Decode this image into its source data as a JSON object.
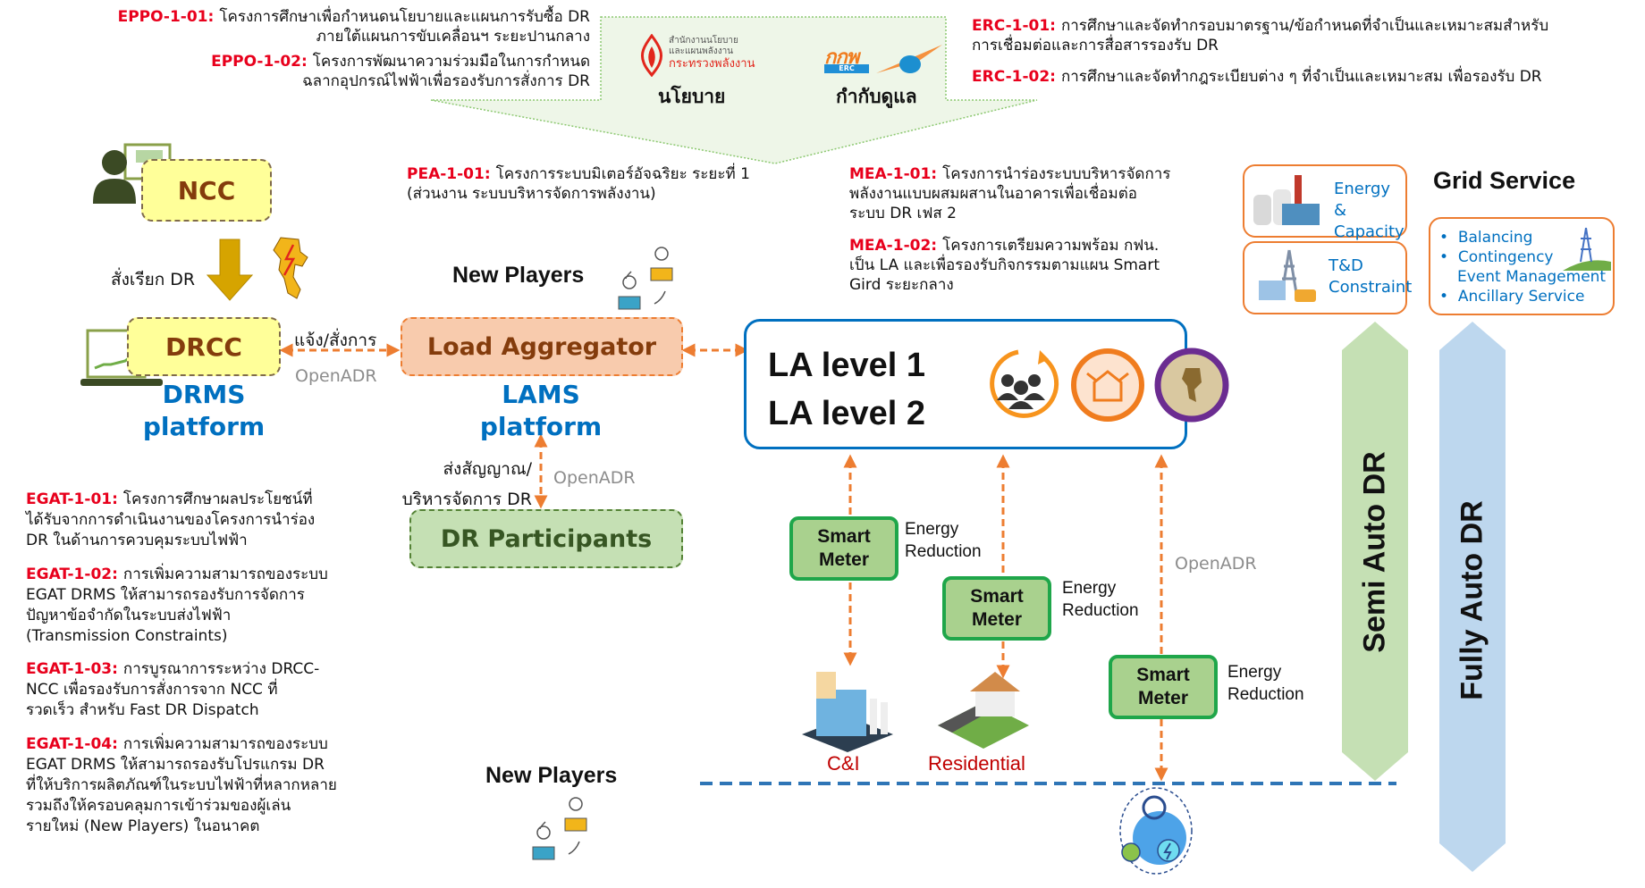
{
  "policy_banner": {
    "policy_org_lines": [
      "สำนักงานนโยบาย",
      "และแผนพลังงาน",
      "กระทรวงพลังงาน"
    ],
    "policy_label": "นโยบาย",
    "regulator_logo_text": "กกพ",
    "regulator_logo_sub": "ERC",
    "regulator_label": "กำกับดูแล"
  },
  "eppo": [
    {
      "code": "EPPO-1-01:",
      "lines": [
        "โครงการศึกษาเพื่อกำหนดนโยบายและแผนการรับซื้อ DR",
        "ภายใต้แผนการขับเคลื่อนฯ ระยะปานกลาง"
      ]
    },
    {
      "code": "EPPO-1-02:",
      "lines": [
        "โครงการพัฒนาความร่วมมือในการกำหนด",
        "ฉลากอุปกรณ์ไฟฟ้าเพื่อรองรับการสั่งการ DR"
      ]
    }
  ],
  "erc": [
    {
      "code": "ERC-1-01:",
      "lines": [
        "การศึกษาและจัดทำกรอบมาตรฐาน/ข้อกำหนดที่จำเป็นและเหมาะสมสำหรับ",
        "การเชื่อมต่อและการสื่อสารรองรับ DR"
      ]
    },
    {
      "code": "ERC-1-02:",
      "lines": [
        "การศึกษาและจัดทำกฎระเบียบต่าง ๆ ที่จำเป็นและเหมาะสม เพื่อรองรับ DR"
      ]
    }
  ],
  "pea": {
    "code": "PEA-1-01:",
    "lines": [
      "โครงการระบบมิเตอร์อัจฉริยะ ระยะที่ 1",
      "(ส่วนงาน ระบบบริหารจัดการพลังงาน)"
    ]
  },
  "mea": [
    {
      "code": "MEA-1-01:",
      "lines": [
        "โครงการนำร่องระบบบริหารจัดการ",
        "พลังงานแบบผสมผสานในอาคารเพื่อเชื่อมต่อ",
        "ระบบ DR เฟส 2"
      ]
    },
    {
      "code": "MEA-1-02:",
      "lines": [
        "โครงการเตรียมความพร้อม กฟน.",
        "เป็น LA และเพื่อรองรับกิจกรรมตามแผน Smart",
        "Gird ระยะกลาง"
      ]
    }
  ],
  "egat": [
    {
      "code": "EGAT-1-01:",
      "lines": [
        "โครงการศึกษาผลประโยชน์ที่",
        "ได้รับจากการดำเนินงานของโครงการนำร่อง",
        "DR ในด้านการควบคุมระบบไฟฟ้า"
      ]
    },
    {
      "code": "EGAT-1-02:",
      "lines": [
        "การเพิ่มความสามารถของระบบ",
        "EGAT DRMS ให้สามารถรองรับการจัดการ",
        "ปัญหาข้อจำกัดในระบบส่งไฟฟ้า",
        "(Transmission Constraints)"
      ]
    },
    {
      "code": "EGAT-1-03:",
      "lines": [
        "การบูรณาการระหว่าง DRCC-",
        "NCC เพื่อรองรับการสั่งการจาก NCC ที่",
        "รวดเร็ว สำหรับ Fast DR Dispatch"
      ]
    },
    {
      "code": "EGAT-1-04:",
      "lines": [
        "การเพิ่มความสามารถของระบบ",
        "EGAT DRMS ให้สามารถรองรับโปรแกรม DR",
        "ที่ให้บริการผลิตภัณฑ์ในระบบไฟฟ้าที่หลากหลาย",
        "รวมถึงให้ครอบคลุมการเข้าร่วมของผู้เล่น",
        "รายใหม่ (New Players) ในอนาคต"
      ]
    }
  ],
  "nodes": {
    "ncc": "NCC",
    "dispatch_label": "สั่งเรียก DR",
    "drcc": "DRCC",
    "drms_platform": [
      "DRMS",
      "platform"
    ],
    "notify_label": "แจ้ง/สั่งการ",
    "openadr": "OpenADR",
    "load_aggregator": "Load Aggregator",
    "lams_platform": [
      "LAMS",
      "platform"
    ],
    "signal_label": [
      "ส่งสัญญาณ/",
      "บริหารจัดการ DR"
    ],
    "dr_participants": "DR Participants",
    "la_levels": [
      "LA level 1",
      "LA level 2"
    ],
    "new_players": "New Players"
  },
  "smart_meters": [
    {
      "label": [
        "Smart",
        "Meter"
      ],
      "note": [
        "Energy",
        "Reduction"
      ]
    },
    {
      "label": [
        "Smart",
        "Meter"
      ],
      "note": [
        "Energy",
        "Reduction"
      ]
    },
    {
      "label": [
        "Smart",
        "Meter"
      ],
      "note": [
        "Energy",
        "Reduction"
      ]
    }
  ],
  "consumers": {
    "ci": "C&I",
    "residential": "Residential"
  },
  "grid_service": {
    "title": "Grid Service",
    "energy_capacity": [
      "Energy &",
      "Capacity"
    ],
    "td_constraint": [
      "T&D",
      "Constraint"
    ],
    "bullets": [
      "Balancing",
      "Contingency",
      "Event Management",
      "Ancillary Service"
    ]
  },
  "bands": {
    "semi": "Semi Auto DR",
    "fully": "Fully Auto DR"
  },
  "colors": {
    "code_red": "#e8001c",
    "platform_blue": "#0070c0",
    "arrow_orange": "#ed7d31",
    "yellow_box": "#ffff99",
    "la_fill": "#f8cbad",
    "dr_fill": "#c5e0b4",
    "semi_band": "#c5e0b4",
    "fully_band": "#bdd7ee"
  }
}
